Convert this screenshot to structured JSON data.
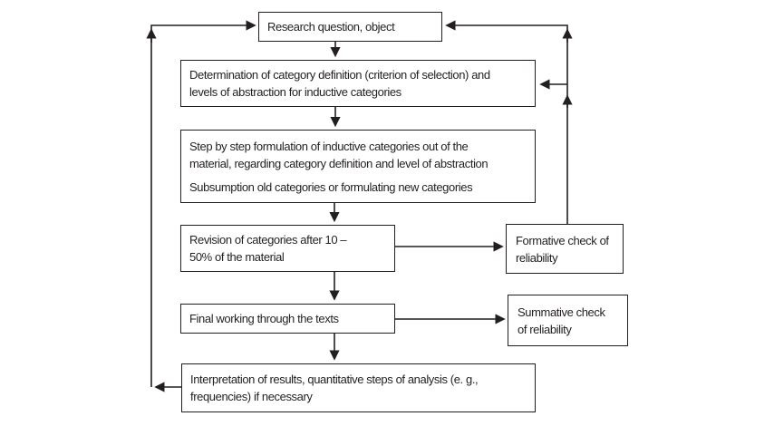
{
  "flowchart": {
    "boxes": {
      "research_question": "Research question, object",
      "category_definition": "Determination of category definition (criterion of selection) and\nlevels of abstraction for inductive categories",
      "formulation_p1": "Step by step formulation of inductive categories out of the\nmaterial, regarding category definition and level of abstraction",
      "formulation_p2": "Subsumption old categories or formulating new categories",
      "revision": "Revision of categories after 10 –\n50% of the material",
      "formative_check": "Formative check of\nreliability",
      "final_working": "Final working through the texts",
      "summative_check": "Summative check\nof reliability",
      "interpretation": "Interpretation of results, quantitative steps of analysis (e. g.,\nfrequencies) if necessary"
    },
    "colors": {
      "line": "#231f20",
      "text": "#231f20",
      "background": "#ffffff"
    }
  }
}
